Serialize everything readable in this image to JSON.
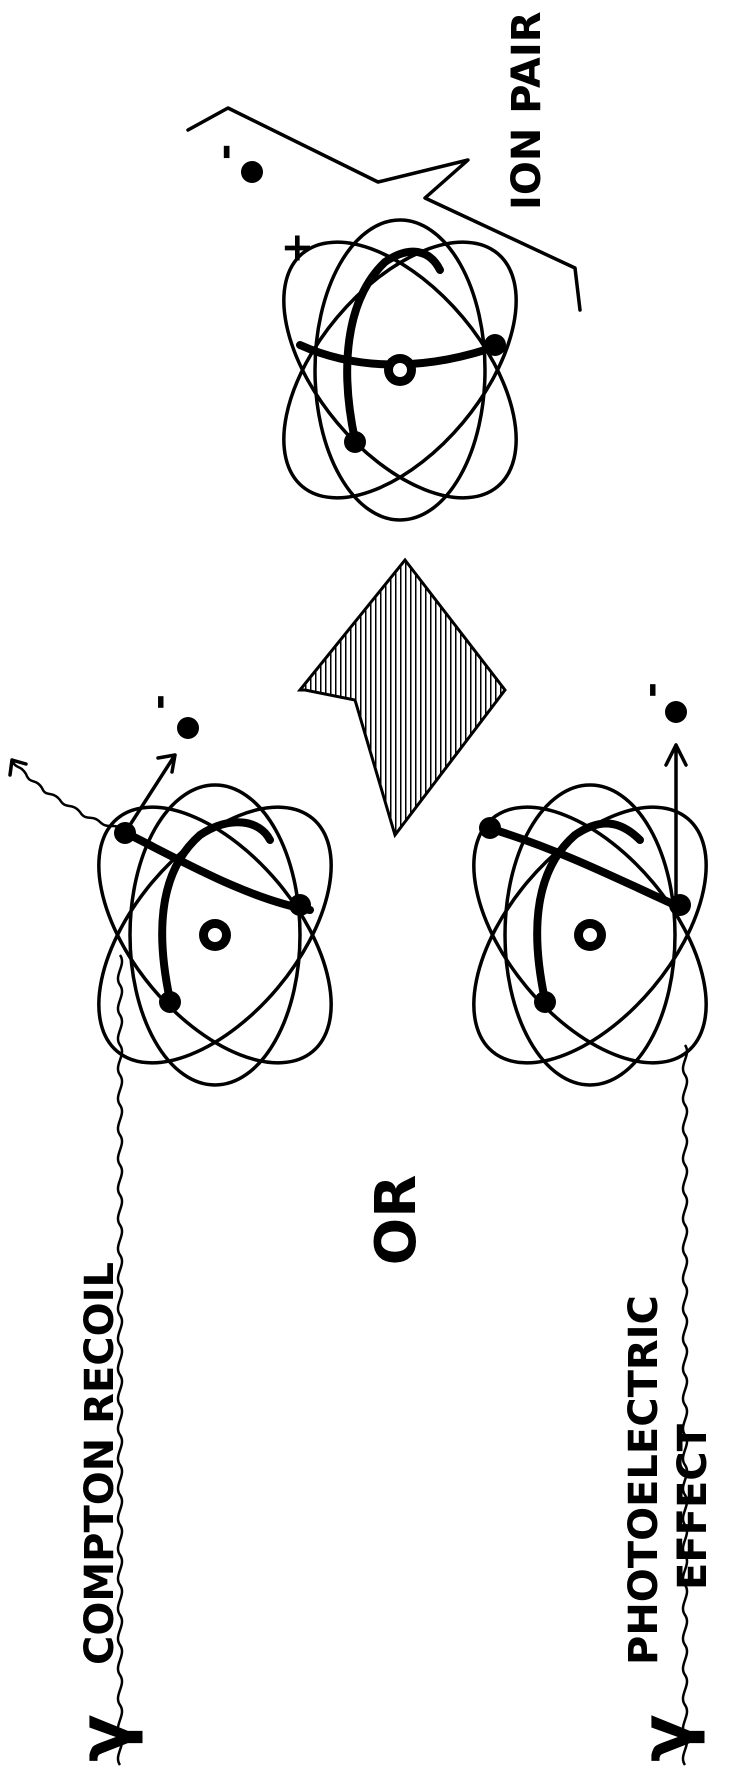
{
  "labels": {
    "compton": "COMPTON RECOIL",
    "or": "OR",
    "photoelectric_line1": "PHOTOELECTRIC",
    "photoelectric_line2": "EFFECT",
    "ion_pair": "ION PAIR",
    "gamma_symbol": "γ",
    "electron_charge": "-",
    "ion_charge": "+"
  },
  "colors": {
    "ink": "#000000",
    "background": "#ffffff"
  },
  "icons": [
    "atom-icon",
    "electron-icon",
    "gamma-wave-icon",
    "hatched-arrow-icon"
  ]
}
